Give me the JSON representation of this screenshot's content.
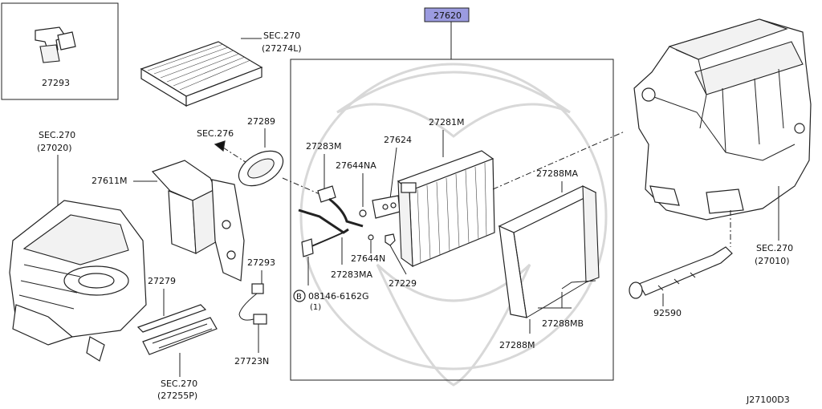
{
  "diagram": {
    "highlight_color": "#9b9be0",
    "main_part": "27620",
    "code": "J27100D3",
    "labels": {
      "p27293_box": "27293",
      "sec270_a": "SEC.270",
      "ref_27274L": "(27274L)",
      "sec270_b": "SEC.270",
      "ref_27020": "(27020)",
      "sec276": "SEC.276",
      "p27289": "27289",
      "p27611M": "27611M",
      "p27279": "27279",
      "sec270_c": "SEC.270",
      "ref_27255P": "(27255P)",
      "p27293": "27293",
      "p27723N": "27723N",
      "p27283M": "27283M",
      "p27644NA": "27644NA",
      "p27624": "27624",
      "p27281M": "27281M",
      "p27644N": "27644N",
      "p27283MA": "27283MA",
      "p27229": "27229",
      "bolt_marker": "B",
      "bolt": "08146-6162G",
      "bolt_qty": "(1)",
      "p27288MA": "27288MA",
      "p27288MB": "27288MB",
      "p27288M": "27288M",
      "sec270_d": "SEC.270",
      "ref_27010": "(27010)",
      "p92590": "92590"
    }
  }
}
